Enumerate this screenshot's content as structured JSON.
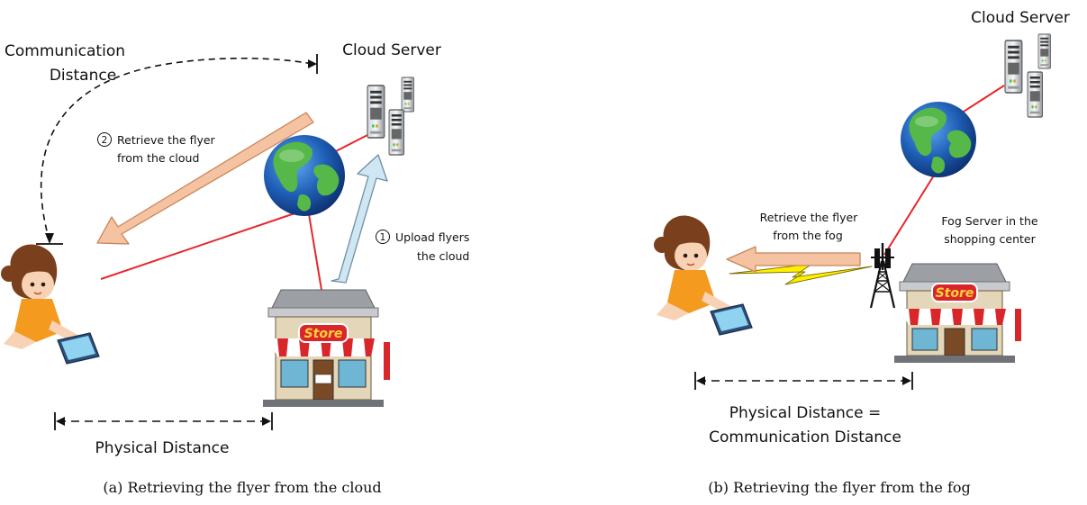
{
  "panel_a": {
    "cloud_server_label": "Cloud Server",
    "comm_distance_line1": "Communication",
    "comm_distance_line2": "Distance",
    "step2_marker": "2",
    "step2_line1": "Retrieve the flyer",
    "step2_line2": "from the cloud",
    "step1_marker": "1",
    "step1_line1": "Upload flyers",
    "step1_line2": "the cloud",
    "store_sign": "Store",
    "physical_distance_label": "Physical Distance",
    "caption": "(a) Retrieving the flyer from the cloud"
  },
  "panel_b": {
    "cloud_server_label": "Cloud Server",
    "retrieve_line1": "Retrieve the flyer",
    "retrieve_line2": "from the fog",
    "fog_server_line1": "Fog Server in the",
    "fog_server_line2": "shopping center",
    "store_sign": "Store",
    "distance_line1": "Physical Distance =",
    "distance_line2": "Communication Distance",
    "caption": "(b) Retrieving the flyer from the fog"
  },
  "colors": {
    "link_line": "#e8262b",
    "retrieve_arrow": "#f6c3a2",
    "retrieve_arrow_edge": "#c9865a",
    "upload_arrow": "#cfe7f3",
    "upload_arrow_edge": "#6f8ea3",
    "wireless_bolt": "#ffef00",
    "store_awning_red": "#d9262b",
    "ocean": "#1f5fb6",
    "land": "#57b84a"
  }
}
